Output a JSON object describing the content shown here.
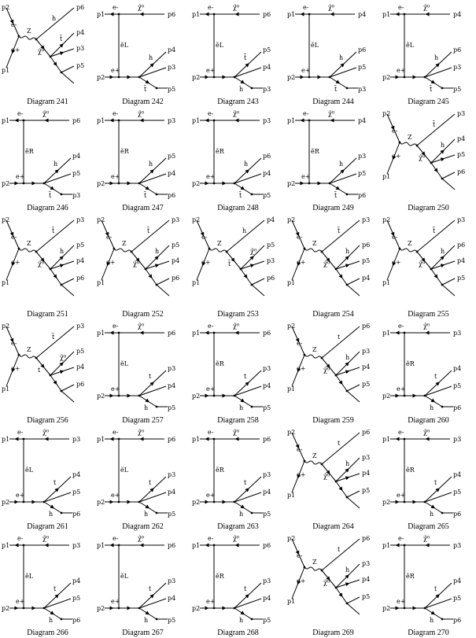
{
  "diagrams": [
    {
      "caption": "Diagram 241",
      "kind": "schannel",
      "left": [
        "p2",
        "p1"
      ],
      "labels": [
        "p6",
        "p4",
        "p3",
        "p5"
      ],
      "props": [
        "e-",
        "e+",
        "Z",
        "h",
        "χ̃⁰",
        "t̃"
      ]
    },
    {
      "caption": "Diagram 242",
      "kind": "tchannel",
      "left": [
        "p1",
        "p2"
      ],
      "labels": [
        "p6",
        "p4",
        "p3",
        "p5"
      ],
      "props": [
        "e-",
        "e+",
        "ẽL",
        "h",
        "χ̃⁰",
        "t̃"
      ]
    },
    {
      "caption": "Diagram 243",
      "kind": "tchannel",
      "left": [
        "p1",
        "p2"
      ],
      "labels": [
        "p6",
        "p5",
        "p4",
        "p3"
      ],
      "props": [
        "e-",
        "e+",
        "ẽL",
        "t̃",
        "χ̃⁰",
        "h"
      ]
    },
    {
      "caption": "Diagram 244",
      "kind": "tchannel",
      "left": [
        "p1",
        "p2"
      ],
      "labels": [
        "p4",
        "p6",
        "p5",
        "p3"
      ],
      "props": [
        "e-",
        "e+",
        "ẽL",
        "h",
        "χ̃⁰",
        "t̃"
      ]
    },
    {
      "caption": "Diagram 245",
      "kind": "tchannel",
      "left": [
        "p1",
        "p2"
      ],
      "labels": [
        "p4",
        "p6",
        "p3",
        "p5"
      ],
      "props": [
        "e-",
        "e+",
        "ẽL",
        "h",
        "χ̃⁰",
        "t̃"
      ]
    },
    {
      "caption": "Diagram 246",
      "kind": "tchannel",
      "left": [
        "p1",
        "p2"
      ],
      "labels": [
        "p6",
        "p4",
        "p5",
        "p3"
      ],
      "props": [
        "e-",
        "e+",
        "ẽR",
        "h",
        "χ̃⁰",
        "t̃"
      ]
    },
    {
      "caption": "Diagram 247",
      "kind": "tchannel",
      "left": [
        "p1",
        "p2"
      ],
      "labels": [
        "p3",
        "p5",
        "p4",
        "p6"
      ],
      "props": [
        "e-",
        "e+",
        "ẽR",
        "h",
        "χ̃⁰",
        "t̃"
      ]
    },
    {
      "caption": "Diagram 248",
      "kind": "tchannel",
      "left": [
        "p1",
        "p2"
      ],
      "labels": [
        "p3",
        "p6",
        "p4",
        "p5"
      ],
      "props": [
        "e-",
        "e+",
        "ẽR",
        "h",
        "χ̃⁰",
        "t̃"
      ]
    },
    {
      "caption": "Diagram 249",
      "kind": "tchannel",
      "left": [
        "p1",
        "p2"
      ],
      "labels": [
        "p4",
        "p3",
        "p5",
        "p6"
      ],
      "props": [
        "e-",
        "e+",
        "ẽR",
        "h",
        "χ̃⁰",
        "t̃"
      ]
    },
    {
      "caption": "Diagram 250",
      "kind": "schannel",
      "left": [
        "p2",
        "p1"
      ],
      "labels": [
        "p3",
        "p4",
        "p5",
        "p6"
      ],
      "props": [
        "e-",
        "e+",
        "Z",
        "t̃",
        "χ̃⁰",
        "h"
      ]
    },
    {
      "caption": "Diagram 251",
      "kind": "schannel",
      "left": [
        "p2",
        "p1"
      ],
      "labels": [
        "p3",
        "p5",
        "p4",
        "p6"
      ],
      "props": [
        "e-",
        "e+",
        "Z",
        "t̃",
        "χ̃⁰",
        "h"
      ]
    },
    {
      "caption": "Diagram 252",
      "kind": "schannel",
      "left": [
        "p2",
        "p1"
      ],
      "labels": [
        "p3",
        "p5",
        "p4",
        "p6"
      ],
      "props": [
        "e-",
        "e+",
        "Z",
        "t̃",
        "χ̃⁰",
        "h"
      ]
    },
    {
      "caption": "Diagram 253",
      "kind": "schannel",
      "left": [
        "p2",
        "p1"
      ],
      "labels": [
        "p4",
        "p5",
        "p3",
        "p6"
      ],
      "props": [
        "e-",
        "e+",
        "Z",
        "h",
        "t̃",
        "χ̃⁰"
      ]
    },
    {
      "caption": "Diagram 254",
      "kind": "schannel",
      "left": [
        "p2",
        "p1"
      ],
      "labels": [
        "p3",
        "p6",
        "p5",
        "p4"
      ],
      "props": [
        "e-",
        "e+",
        "Z",
        "t̃",
        "χ̃⁰",
        "h"
      ]
    },
    {
      "caption": "Diagram 255",
      "kind": "schannel",
      "left": [
        "p2",
        "p1"
      ],
      "labels": [
        "p3",
        "p6",
        "p4",
        "p5"
      ],
      "props": [
        "e-",
        "e+",
        "Z",
        "t̃",
        "χ̃⁰",
        "h"
      ]
    },
    {
      "caption": "Diagram 256",
      "kind": "schannel",
      "left": [
        "p2",
        "p1"
      ],
      "labels": [
        "p3",
        "p5",
        "p4",
        "p6"
      ],
      "props": [
        "e-",
        "e+",
        "Z",
        "t̃",
        "t",
        "χ̃⁰"
      ]
    },
    {
      "caption": "Diagram 257",
      "kind": "tchannel",
      "left": [
        "p1",
        "p2"
      ],
      "labels": [
        "p6",
        "p3",
        "p4",
        "p5"
      ],
      "props": [
        "e-",
        "e+",
        "ẽL",
        "t",
        "χ̃⁰",
        "h"
      ]
    },
    {
      "caption": "Diagram 258",
      "kind": "tchannel",
      "left": [
        "p1",
        "p2"
      ],
      "labels": [
        "p6",
        "p3",
        "p4",
        "p5"
      ],
      "props": [
        "e-",
        "e+",
        "ẽR",
        "t",
        "χ̃⁰",
        "h"
      ]
    },
    {
      "caption": "Diagram 259",
      "kind": "schannel",
      "left": [
        "p2",
        "p1"
      ],
      "labels": [
        "p6",
        "p3",
        "p4",
        "p5"
      ],
      "props": [
        "e-",
        "e+",
        "Z",
        "t",
        "χ̃⁰",
        "h"
      ]
    },
    {
      "caption": "Diagram 260",
      "kind": "tchannel",
      "left": [
        "p1",
        "p2"
      ],
      "labels": [
        "p3",
        "p4",
        "p5",
        "p6"
      ],
      "props": [
        "e-",
        "e+",
        "ẽR",
        "t",
        "χ̃⁰",
        "h"
      ]
    },
    {
      "caption": "Diagram 261",
      "kind": "tchannel",
      "left": [
        "p1",
        "p2"
      ],
      "labels": [
        "p3",
        "p4",
        "p5",
        "p6"
      ],
      "props": [
        "e-",
        "e+",
        "ẽL",
        "t",
        "χ̃⁰",
        "h"
      ]
    },
    {
      "caption": "Diagram 262",
      "kind": "tchannel",
      "left": [
        "p1",
        "p2"
      ],
      "labels": [
        "p6",
        "p3",
        "p4",
        "p5"
      ],
      "props": [
        "e-",
        "e+",
        "ẽL",
        "t",
        "χ̃⁰",
        "h"
      ]
    },
    {
      "caption": "Diagram 263",
      "kind": "tchannel",
      "left": [
        "p1",
        "p2"
      ],
      "labels": [
        "p6",
        "p3",
        "p4",
        "p5"
      ],
      "props": [
        "e-",
        "e+",
        "ẽR",
        "t",
        "χ̃⁰",
        "h"
      ]
    },
    {
      "caption": "Diagram 264",
      "kind": "schannel",
      "left": [
        "p2",
        "p1"
      ],
      "labels": [
        "p6",
        "p3",
        "p4",
        "p5"
      ],
      "props": [
        "e-",
        "e+",
        "Z",
        "t",
        "χ̃⁰",
        "h"
      ]
    },
    {
      "caption": "Diagram 265",
      "kind": "tchannel",
      "left": [
        "p1",
        "p2"
      ],
      "labels": [
        "p3",
        "p4",
        "p5",
        "p6"
      ],
      "props": [
        "e-",
        "e+",
        "ẽR",
        "t",
        "χ̃⁰",
        "h"
      ]
    },
    {
      "caption": "Diagram 266",
      "kind": "tchannel",
      "left": [
        "p1",
        "p2"
      ],
      "labels": [
        "p3",
        "p4",
        "p5",
        "p6"
      ],
      "props": [
        "e-",
        "e+",
        "ẽL",
        "t",
        "χ̃⁰",
        "h"
      ]
    },
    {
      "caption": "Diagram 267",
      "kind": "tchannel",
      "left": [
        "p1",
        "p2"
      ],
      "labels": [
        "p6",
        "p3",
        "p4",
        "p5"
      ],
      "props": [
        "e-",
        "e+",
        "ẽL",
        "t",
        "χ̃⁰",
        "h"
      ]
    },
    {
      "caption": "Diagram 268",
      "kind": "tchannel",
      "left": [
        "p1",
        "p2"
      ],
      "labels": [
        "p6",
        "p3",
        "p4",
        "p5"
      ],
      "props": [
        "e-",
        "e+",
        "ẽR",
        "t",
        "χ̃⁰",
        "h"
      ]
    },
    {
      "caption": "Diagram 269",
      "kind": "schannel",
      "left": [
        "p2",
        "p1"
      ],
      "labels": [
        "p6",
        "p3",
        "p4",
        "p5"
      ],
      "props": [
        "e-",
        "e+",
        "Z",
        "t",
        "χ̃⁰",
        "h"
      ]
    },
    {
      "caption": "Diagram 270",
      "kind": "tchannel",
      "left": [
        "p1",
        "p2"
      ],
      "labels": [
        "p3",
        "p4",
        "p5",
        "p6"
      ],
      "props": [
        "e-",
        "e+",
        "ẽR",
        "t",
        "χ̃⁰",
        "h"
      ]
    }
  ]
}
